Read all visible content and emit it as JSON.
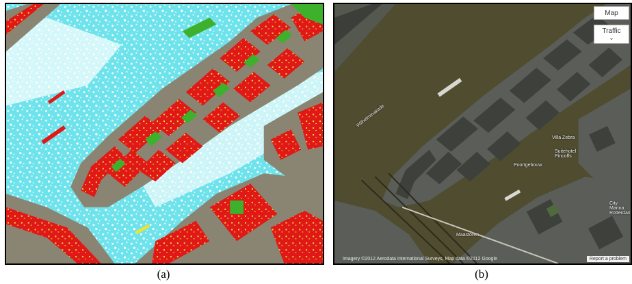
{
  "captions": {
    "a": "(a)",
    "b": "(b)"
  },
  "panel_b": {
    "controls": {
      "map_label": "Map",
      "traffic_label": "Traffic",
      "traffic_chevron": "⌄"
    },
    "attribution": "Imagery ©2012 Aerodata International Surveys, Map data ©2012 Google",
    "report_label": "Report a problem",
    "place_labels": {
      "villa_zebra": "Villa Zebra",
      "poortgebouw": "Poortgebouw",
      "maastoren": "Maastoren",
      "suitehotel": "Suitehotel Pincoffs",
      "city_marina": "City Marina Rotterdam",
      "wilhelminakade": "Wilhelminakade"
    }
  },
  "colors": {
    "water": "#6fe3ec",
    "ground": "#8a8573",
    "building_red": "#e01818",
    "building_yellow": "#e9e23a",
    "vegetation": "#3db02c",
    "satellite_water": "#4f4c30",
    "satellite_land": "#5b5e58"
  }
}
